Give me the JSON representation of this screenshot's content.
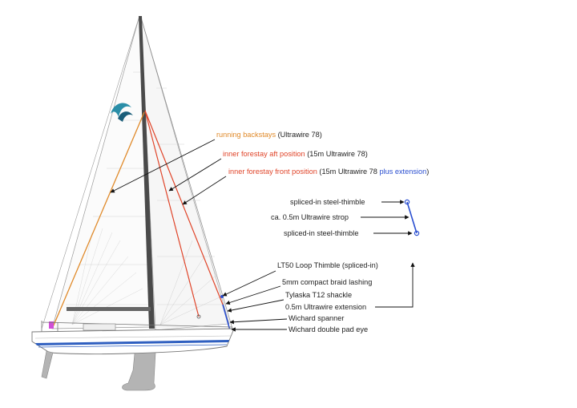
{
  "colors": {
    "running_backstay": "#e08a2a",
    "inner_forestay": "#e0452a",
    "extension_blue": "#2b4fd0",
    "hull_stripe": "#2f5fc0",
    "mast": "#4a4a4a"
  },
  "labels": {
    "running_backstays": {
      "highlight": "running backstays",
      "rest": " (Ultrawire 78)"
    },
    "forestay_aft": {
      "highlight": "inner forestay aft position",
      "rest": " (15m Ultrawire 78)"
    },
    "forestay_front": {
      "highlight": "inner forestay front position",
      "rest": " (15m Ultrawire 78 ",
      "blue": "plus extension",
      "end": ")"
    },
    "thimble_top": "spliced-in steel-thimble",
    "strop": "ca. 0.5m Ultrawire strop",
    "thimble_bottom": "spliced-in steel-thimble",
    "loop_thimble": "LT50 Loop Thimble (spliced-in)",
    "lashing": "5mm compact braid lashing",
    "shackle": "Tylaska T12 shackle",
    "extension": "0.5m Ultrawire extension",
    "spanner": "Wichard spanner",
    "pad_eye": "Wichard double pad eye"
  }
}
